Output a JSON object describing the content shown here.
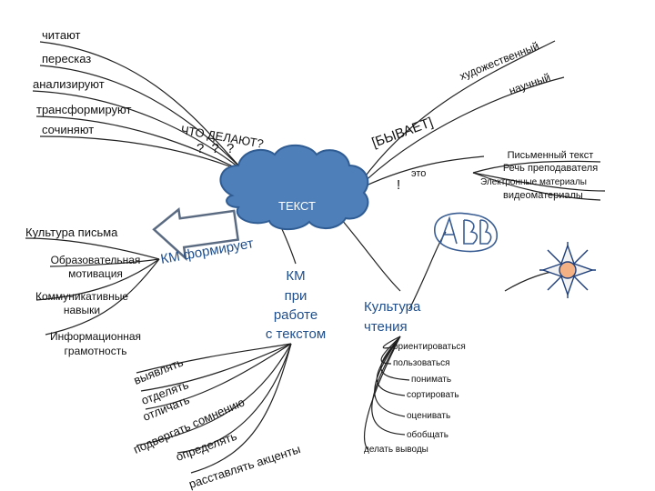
{
  "left_top": {
    "read": "читают",
    "retell": "пересказ",
    "analyze": "анализируют",
    "transform": "трансформируют",
    "compose": "сочиняют"
  },
  "center": {
    "question": "ЧТО ДЕЛАЮТ?",
    "question_marks": "? ? ?",
    "cloud_label": "ТЕКСТ",
    "exclamation": "!",
    "this_is": "это",
    "happens": "[БЫВАЕТ]"
  },
  "right_top": {
    "artistic": "художественный",
    "scientific": "научный",
    "written_text": "Письменный текст",
    "teacher_speech": "Речь преподавателя",
    "electronic": "Электронные материалы",
    "video": "видеоматериалы"
  },
  "left_mid": {
    "writing_culture": "Культура письма",
    "km_forms": "КМ формирует",
    "motivation_line1": "Образовательная",
    "motivation_line2": "мотивация",
    "communicative_line1": "Коммуникативные",
    "communicative_line2": "навыки",
    "info_line1": "Информационная",
    "info_line2": "грамотность"
  },
  "km_work": {
    "line1": "КМ",
    "line2": "при",
    "line3": "работе",
    "line4": "с текстом"
  },
  "reading": {
    "line1": "Культура",
    "line2": "чтения",
    "items": [
      "ориентироваться",
      "пользоваться",
      "понимать",
      "сортировать",
      "оценивать",
      "обобщать",
      "делать выводы"
    ]
  },
  "bottom_left": {
    "identify": "выявлять",
    "separate": "отделять",
    "distinguish": "отличать",
    "doubt": "подвергать сомнению",
    "define": "определять",
    "accents": "расставлять акценты"
  }
}
